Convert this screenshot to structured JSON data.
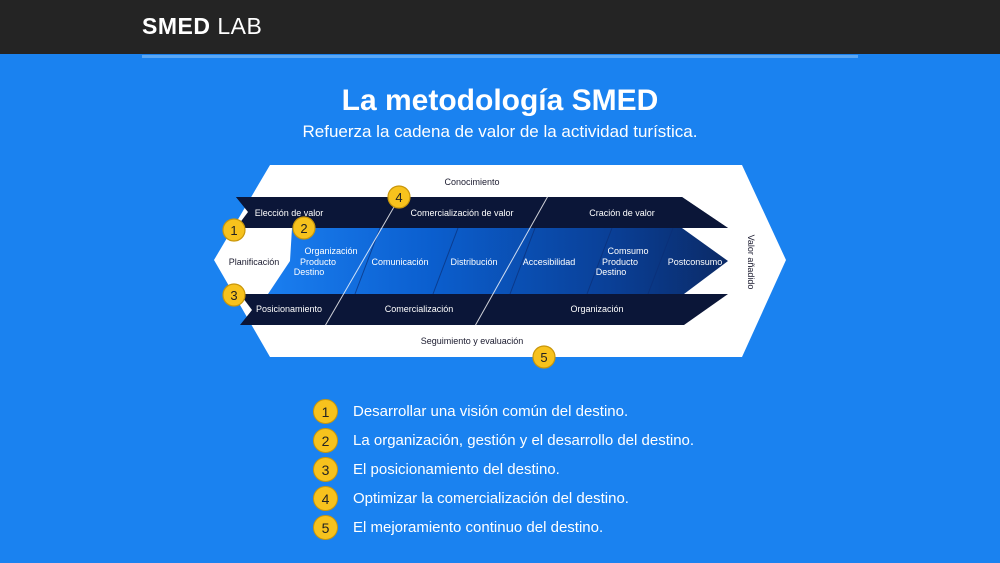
{
  "header": {
    "brand_bold": "SMED",
    "brand_light": "LAB"
  },
  "title": "La metodología SMED",
  "subtitle": "Refuerza la cadena de valor de la actividad turística.",
  "diagram": {
    "conocimiento": "Conocimiento",
    "seguimiento": "Seguimiento y evaluación",
    "valor_anadido": "Valor añadido",
    "planificacion": "Planificación",
    "top_band": [
      "Elección de valor",
      "Comercialización de valor",
      "Cración de valor"
    ],
    "middle_band": [
      "Organización",
      "Producto",
      "Destino",
      "Comunicación",
      "Distribución",
      "Accesibilidad",
      "Comsumo",
      "Producto",
      "Destino",
      "Postconsumo"
    ],
    "bottom_band": [
      "Posicionamiento",
      "Comercialización",
      "Organización"
    ],
    "markers": [
      "1",
      "2",
      "3",
      "4",
      "5"
    ]
  },
  "legend": [
    {
      "num": "1",
      "text": "Desarrollar una visión común del destino."
    },
    {
      "num": "2",
      "text": "La organización, gestión y el desarrollo del destino."
    },
    {
      "num": "3",
      "text": "El posicionamiento del destino."
    },
    {
      "num": "4",
      "text": "Optimizar la comercialización del destino."
    },
    {
      "num": "5",
      "text": "El mejoramiento continuo del destino."
    }
  ],
  "colors": {
    "background": "#1a82f0",
    "dark_band": "#0b1638",
    "marker": "#f7c21d"
  }
}
